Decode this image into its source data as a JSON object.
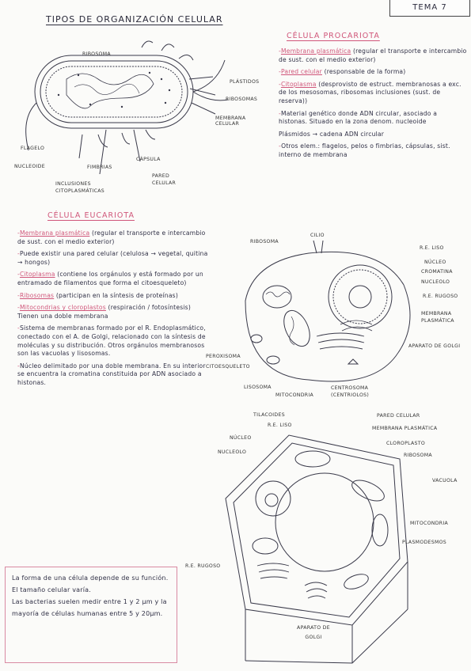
{
  "tema": "TEMA 7",
  "title": "TIPOS DE ORGANIZACIÓN CELULAR",
  "prokaryote_diagram": {
    "labels": {
      "ribosoma": "RIBOSOMA",
      "plastidos": "PLÁSTIDOS",
      "ribosomas": "RIBOSOMAS",
      "membrana": "MEMBRANA CELULAR",
      "flagelo": "FLAGELO",
      "nucleoide": "NUCLEOIDE",
      "fimbrias": "FIMBRIAS",
      "capsula": "CÁPSULA",
      "inclusiones": "INCLUSIONES CITOPLASMÁTICAS",
      "pared": "PARED CELULAR"
    }
  },
  "procariota": {
    "heading": "CÉLULA PROCARIOTA",
    "items": [
      {
        "bullet": "-",
        "lead": "Membrana plasmática",
        "text": "(regular el transporte e intercambio de sust. con el medio exterior)"
      },
      {
        "bullet": "-",
        "lead": "Pared celular",
        "text": "(responsable de la forma)"
      },
      {
        "bullet": "-",
        "lead": "Citoplasma",
        "text": "(desprovisto de estruct. membranosas a exc. de los mesosomas, ribosomas inclusiones (sust. de reserva))"
      },
      {
        "bullet": "-",
        "lead": "",
        "text": "Material genético donde ADN circular, asociado a histonas. Situado en la zona denom. nucleoide"
      },
      {
        "bullet": "",
        "lead": "",
        "text": "Plásmidos → cadena ADN circular"
      },
      {
        "bullet": "-",
        "lead": "",
        "text": "Otros elem.: flagelos, pelos o fimbrias, cápsulas, sist. interno de membrana"
      }
    ]
  },
  "eucariota": {
    "heading": "CÉLULA EUCARIOTA",
    "items": [
      {
        "bullet": "-",
        "lead": "Membrana plasmática",
        "text": "(regular el transporte e intercambio de sust. con el medio exterior)"
      },
      {
        "bullet": "-",
        "lead": "",
        "text": "Puede existir una pared celular (celulosa → vegetal, quitina → hongos)"
      },
      {
        "bullet": "-",
        "lead": "Citoplasma",
        "text": "(contiene los orgánulos y está formado por un entramado de filamentos que forma el citoesqueleto)"
      },
      {
        "bullet": "-",
        "lead": "Ribosomas",
        "text": "(participan en la síntesis de proteínas)"
      },
      {
        "bullet": "-",
        "lead": "Mitocondrias y cloroplastos",
        "text": "(respiración / fotosíntesis) Tienen una doble membrana"
      },
      {
        "bullet": "-",
        "lead": "",
        "text": "Sistema de membranas formado por el R. Endoplasmático, conectado con el A. de Golgi, relacionado con la síntesis de moléculas y su distribución. Otros orgánulos membranosos son las vacuolas y lisosomas."
      },
      {
        "bullet": "-",
        "lead": "",
        "text": "Núcleo delimitado por una doble membrana. En su interior se encuentra la cromatina constituida por ADN asociado a histonas."
      }
    ]
  },
  "callout": {
    "lines": [
      "La forma de una célula depende de su función.",
      "El tamaño celular varía.",
      "Las bacterias suelen medir entre 1 y 2 μm y la mayoría de células humanas entre 5 y 20μm."
    ]
  },
  "animal_diagram": {
    "labels": {
      "ribosoma": "RIBOSOMA",
      "cilio": "CILIO",
      "re_liso": "R.E. LISO",
      "nucleo": "NÚCLEO",
      "cromatina": "CROMATINA",
      "nucleolo": "NUCLEOLO",
      "re_rugoso": "R.E. RUGOSO",
      "membrana": "MEMBRANA PLASMÁTICA",
      "golgi": "APARATO DE GOLGI",
      "peroxisoma": "PEROXISOMA",
      "citoesqueleto": "CITOESQUELETO",
      "lisosoma": "LISOSOMA",
      "mitocondria": "MITOCONDRIA",
      "centrosoma": "CENTROSOMA (CENTRIOLOS)"
    }
  },
  "plant_diagram": {
    "labels": {
      "tilacoides": "TILACOIDES",
      "re_liso": "R.E. LISO",
      "nucleo": "NÚCLEO",
      "nucleolo": "NUCLEOLO",
      "pared": "PARED CELULAR",
      "membrana": "MEMBRANA PLASMÁTICA",
      "cloroplasto": "CLOROPLASTO",
      "ribosoma": "RIBOSOMA",
      "vacuola": "VACUOLA",
      "mitocondria": "MITOCONDRIA",
      "plasmodesmos": "PLASMODESMOS",
      "re_rugoso": "R.E. RUGOSO",
      "golgi": "APARATO DE GOLGI"
    }
  }
}
